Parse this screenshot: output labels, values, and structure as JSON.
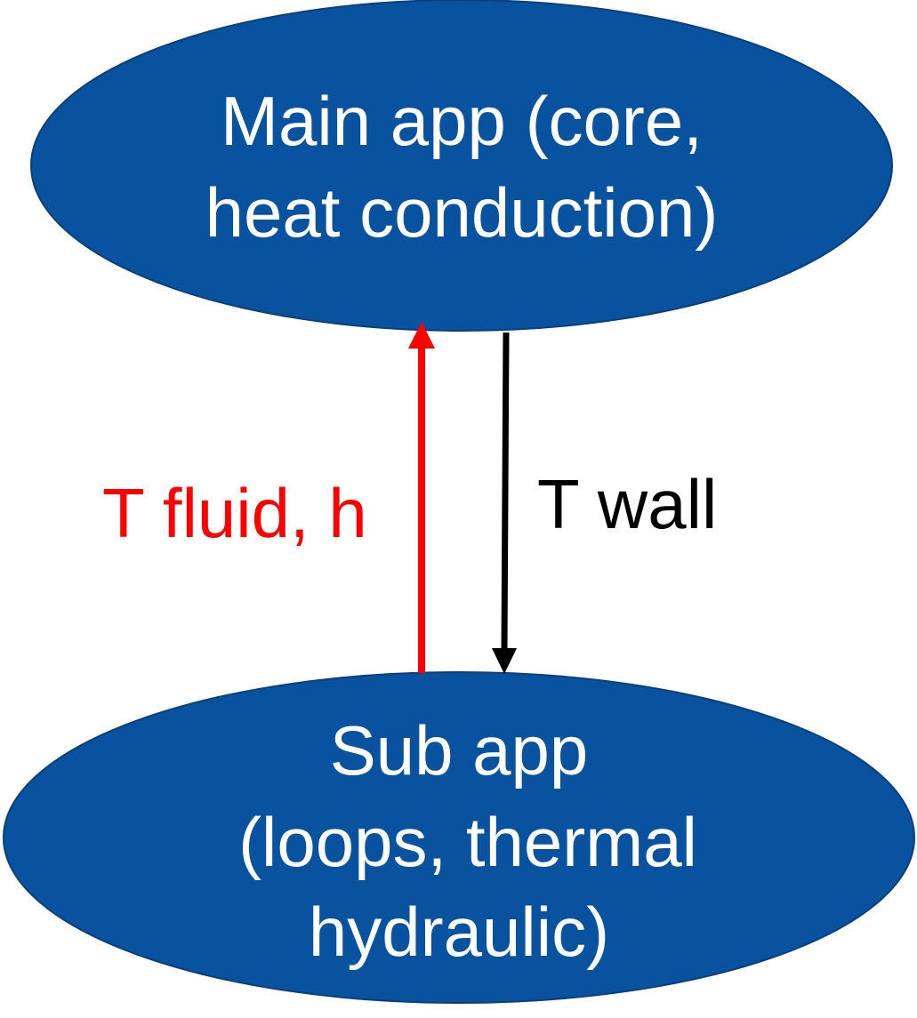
{
  "colors": {
    "node_fill": "#0852a0",
    "node_text": "#ffffff",
    "up_arrow": "#ff0000",
    "down_arrow": "#000000",
    "background": "#ffffff"
  },
  "main_app": {
    "line1": "Main app (core,",
    "line2": "heat conduction)"
  },
  "sub_app": {
    "line1": "Sub app",
    "line2": "(loops, thermal",
    "line3": "hydraulic)"
  },
  "edges": {
    "up_label": "T fluid, h",
    "down_label": "T wall"
  }
}
